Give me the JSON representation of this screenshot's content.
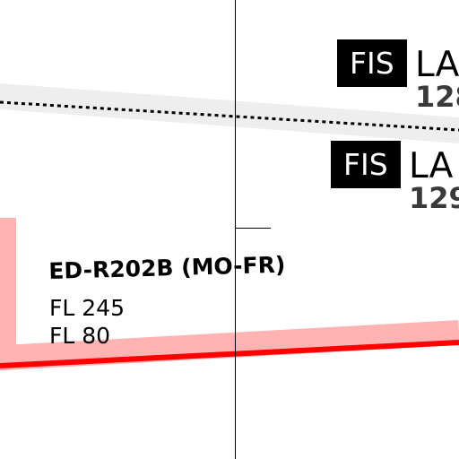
{
  "fis_sectors": [
    {
      "badge": "FIS",
      "name": "LA",
      "frequency": "128"
    },
    {
      "badge": "FIS",
      "name": "LA",
      "frequency": "129"
    }
  ],
  "restricted_area": {
    "designator": "ED-R202B (MO-FR)",
    "upper_limit": "FL 245",
    "lower_limit": "FL 80"
  },
  "colors": {
    "restricted_boundary": "#ff0000",
    "restricted_buffer": "#ffb3b3",
    "fis_boundary_band": "#eeeeee",
    "fis_boundary_line": "#000000",
    "grid_line": "#000000",
    "badge_background": "#000000"
  }
}
